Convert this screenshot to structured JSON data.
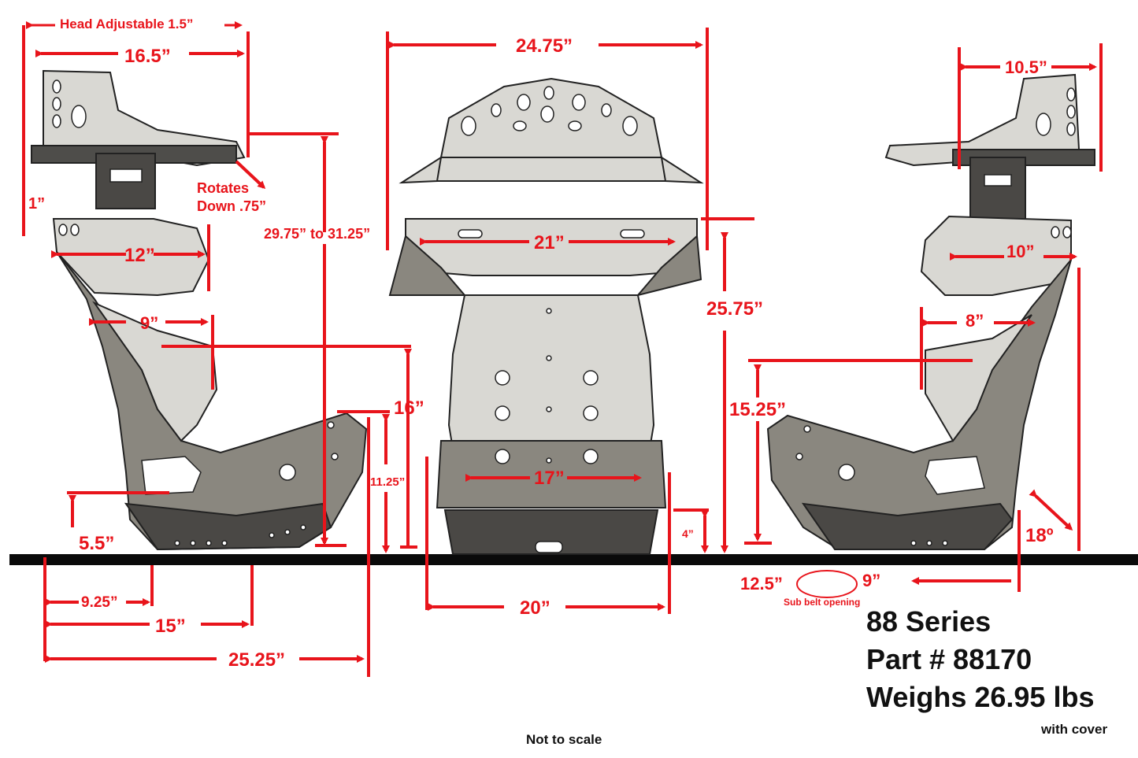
{
  "colors": {
    "dimension": "#e8141b",
    "text": "#111111",
    "ground": "#0a0a0a",
    "shell": "#8a877f"
  },
  "side_left": {
    "head_adjustable": "Head Adjustable 1.5”",
    "head_width": "16.5”",
    "rotates_1": "Rotates",
    "rotates_2": "Down .75”",
    "one_inch": "1”",
    "shoulder": "12”",
    "height_range": "29.75” to 31.25”",
    "nine": "9”",
    "sixteen": "16”",
    "eleven": "11.25”",
    "five_five": "5.5”",
    "nine_25": "9.25”",
    "fifteen": "15”",
    "twenty_five_25": "25.25”"
  },
  "front": {
    "top_width": "24.75”",
    "shoulder_width": "21”",
    "hip_width": "17”",
    "base_width": "20”",
    "four": "4”",
    "height": "25.75”"
  },
  "side_right": {
    "head_width": "10.5”",
    "shoulder": "10”",
    "eight": "8”",
    "height": "15.25”",
    "angle": "18º",
    "sub_left": "12.5”",
    "sub_right": "9”",
    "sub_label": "Sub belt opening"
  },
  "info": {
    "series": "88 Series",
    "part": "Part # 88170",
    "weight": "Weighs 26.95 lbs",
    "cover": "with cover",
    "scale": "Not to scale"
  }
}
